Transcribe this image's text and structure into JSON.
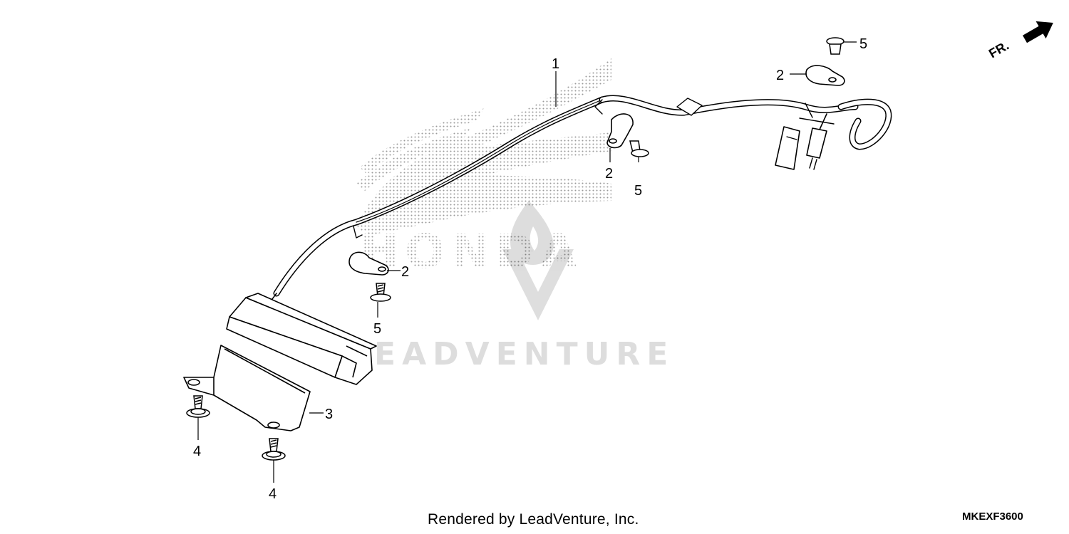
{
  "diagram": {
    "watermark": "LEADVENTURE",
    "brand": "HONDA",
    "direction_label": "FR.",
    "callouts": [
      "1",
      "2",
      "2",
      "2",
      "3",
      "4",
      "4",
      "5",
      "5",
      "5"
    ]
  },
  "footer": {
    "rendered_by": "Rendered by LeadVenture, Inc.",
    "drawing_code": "MKEXF3600"
  }
}
